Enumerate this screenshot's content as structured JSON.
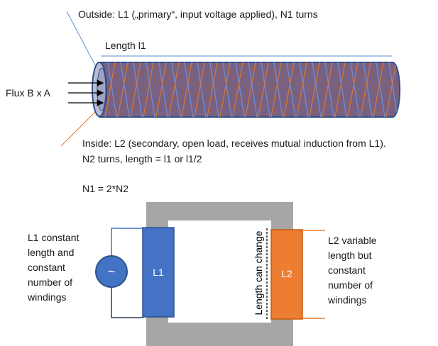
{
  "colors": {
    "coil_body": "#7a6180",
    "coil_stroke": "#2f4f8a",
    "coil_end": "#b9bdd6",
    "winding_outer": "#6b8fd6",
    "winding_inner": "#e07a2e",
    "core": "#a6a6a6",
    "l1_block": "#4472c4",
    "l2_block": "#ed7d31",
    "source": "#4472c4"
  },
  "top": {
    "outside_label": "Outside: L1 („primary“, input voltage applied), N1 turns",
    "length_label": "Length l1",
    "flux_label": "Flux B x A",
    "inside_label_line1": "Inside: L2 (secondary, open load, receives mutual induction from L1).",
    "inside_label_line2": "N2 turns, length = l1 or l1/2",
    "ratio_label": "N1 = 2*N2"
  },
  "bottom": {
    "left_lines": [
      "L1 constant",
      "length and",
      "constant",
      "number of",
      "windings"
    ],
    "right_lines": [
      "L2 variable",
      "length but",
      "constant",
      "number of",
      "windings"
    ],
    "source_symbol": "~",
    "l1_label": "L1",
    "l2_label": "L2",
    "length_change_label": "Length can change"
  },
  "icons": {
    "ac_source": "ac-source-icon",
    "flux_arrows": "arrow-right-icon"
  }
}
